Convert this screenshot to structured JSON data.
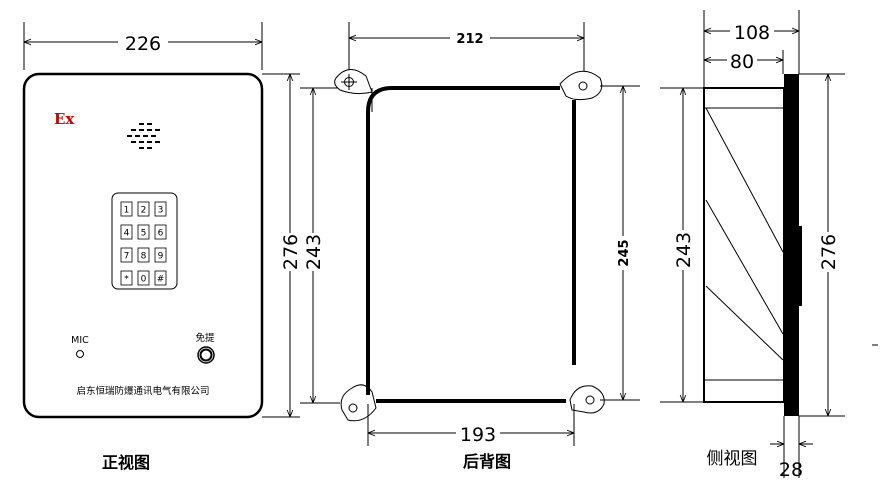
{
  "front_view": {
    "width_dim": "226",
    "height_dim": "276",
    "inner_height_dim": "243",
    "ex_mark": "Ex",
    "keypad": [
      "1",
      "2",
      "3",
      "4",
      "5",
      "6",
      "7",
      "8",
      "9",
      "*",
      "0",
      "#"
    ],
    "mic_label": "MIC",
    "handsfree_label": "免提",
    "company": "启东恒瑞防爆通讯电气有限公司",
    "caption": "正视图"
  },
  "back_view": {
    "top_dim": "212",
    "bottom_dim": "193",
    "right_dim": "245",
    "caption": "后背图"
  },
  "side_view": {
    "dim_overall": "108",
    "dim_body": "80",
    "dim_height": "243",
    "dim_overall_height": "276",
    "dim_flange": "28",
    "caption": "侧视图"
  }
}
